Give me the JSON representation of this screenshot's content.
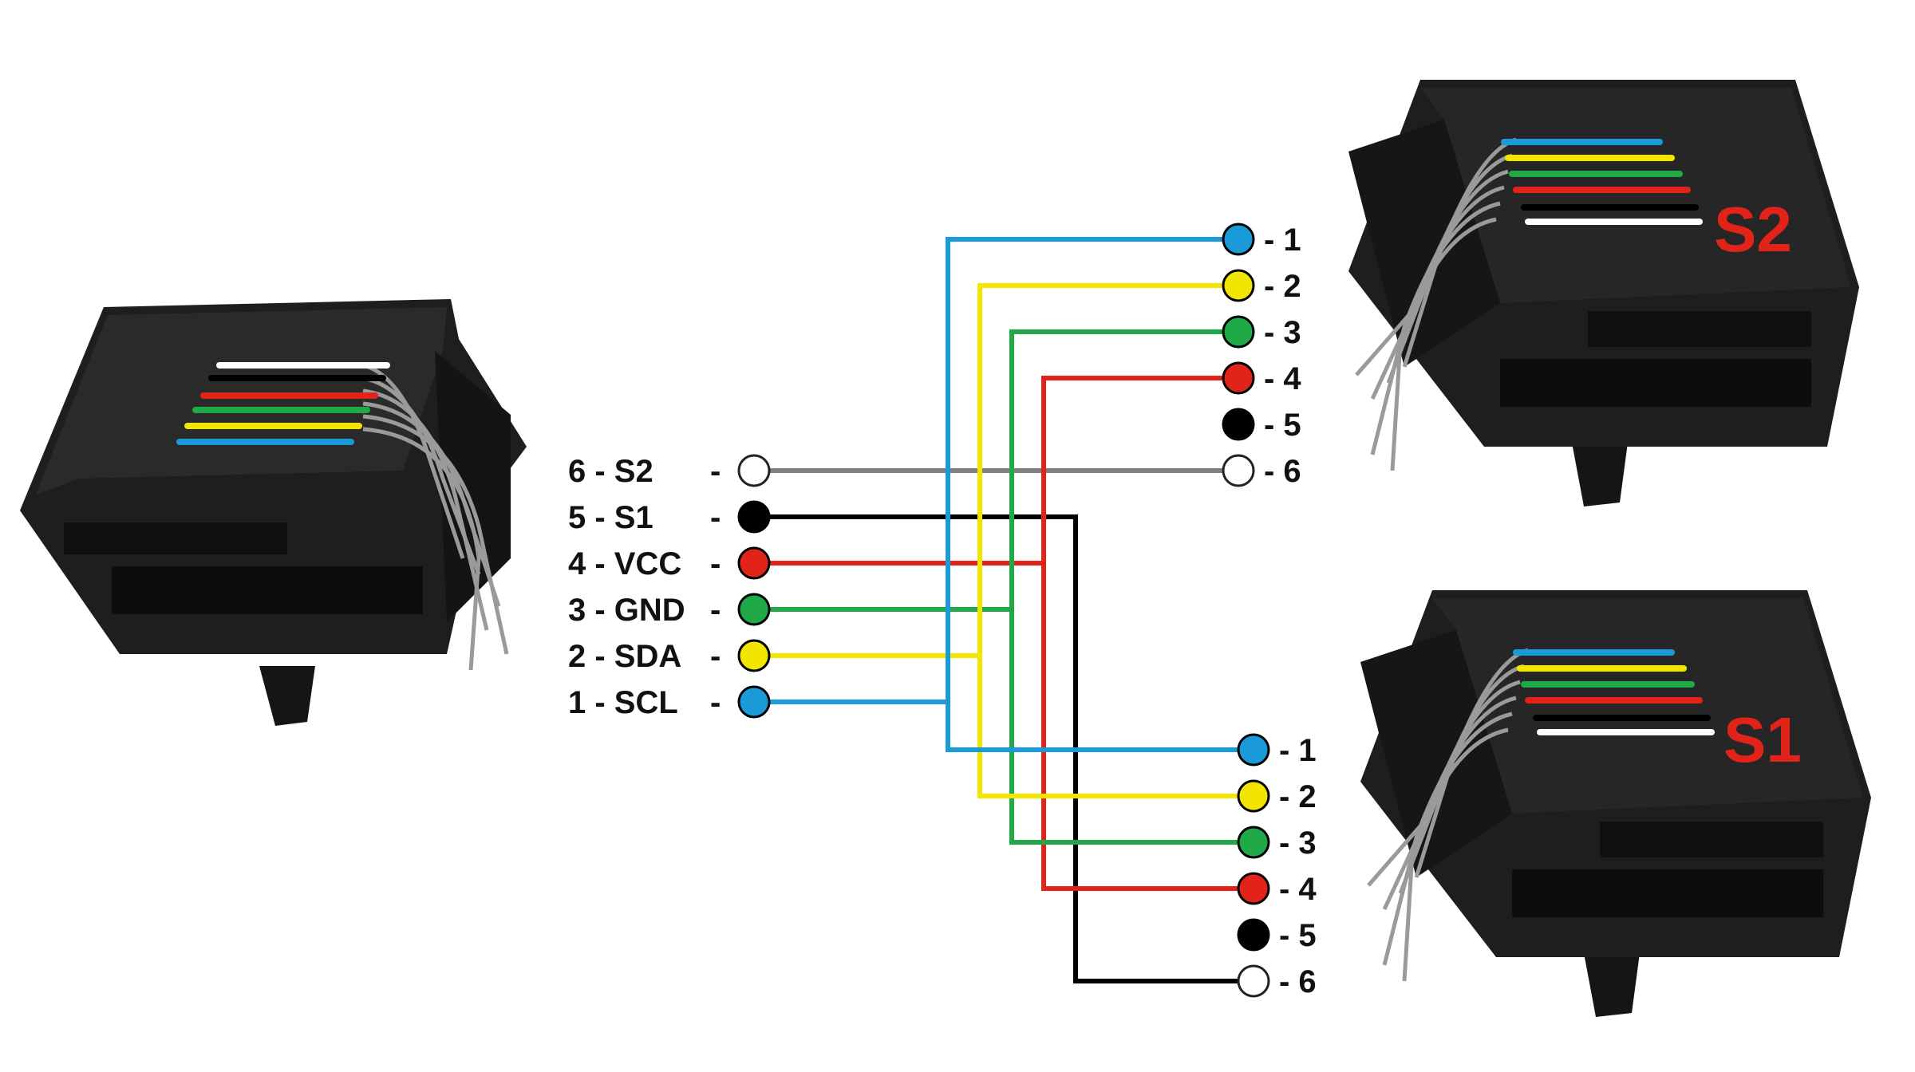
{
  "colors": {
    "blue": "#1a9ad9",
    "yellow": "#f2e600",
    "green": "#1faa47",
    "red": "#e2231a",
    "black": "#000000",
    "gray": "#808080",
    "white": "#ffffff",
    "jack_body": "#1c1c1c"
  },
  "left_connector": {
    "pins": [
      {
        "label": "6 - S2",
        "dash": "-",
        "color": "white"
      },
      {
        "label": "5 - S1",
        "dash": "-",
        "color": "black"
      },
      {
        "label": "4 - VCC",
        "dash": "-",
        "color": "red"
      },
      {
        "label": "3 - GND",
        "dash": "-",
        "color": "green"
      },
      {
        "label": "2 - SDA",
        "dash": "-",
        "color": "yellow"
      },
      {
        "label": "1 - SCL",
        "dash": "-",
        "color": "blue"
      }
    ]
  },
  "jack_s2": {
    "label": "S2",
    "pins": [
      {
        "label": "- 1",
        "color": "blue"
      },
      {
        "label": "- 2",
        "color": "yellow"
      },
      {
        "label": "- 3",
        "color": "green"
      },
      {
        "label": "- 4",
        "color": "red"
      },
      {
        "label": "- 5",
        "color": "black"
      },
      {
        "label": "- 6",
        "color": "white"
      }
    ]
  },
  "jack_s1": {
    "label": "S1",
    "pins": [
      {
        "label": "- 1",
        "color": "blue"
      },
      {
        "label": "- 2",
        "color": "yellow"
      },
      {
        "label": "- 3",
        "color": "green"
      },
      {
        "label": "- 4",
        "color": "red"
      },
      {
        "label": "- 5",
        "color": "black"
      },
      {
        "label": "- 6",
        "color": "white"
      }
    ]
  },
  "wires": [
    {
      "from": "left.6",
      "to": [
        "s2.6"
      ],
      "color": "gray"
    },
    {
      "from": "left.5",
      "to": [
        "s1.6"
      ],
      "color": "black"
    },
    {
      "from": "left.4",
      "to": [
        "s2.4",
        "s1.4"
      ],
      "color": "red"
    },
    {
      "from": "left.3",
      "to": [
        "s2.3",
        "s1.3"
      ],
      "color": "green"
    },
    {
      "from": "left.2",
      "to": [
        "s2.2",
        "s1.2"
      ],
      "color": "yellow"
    },
    {
      "from": "left.1",
      "to": [
        "s2.1",
        "s1.1"
      ],
      "color": "blue"
    }
  ]
}
